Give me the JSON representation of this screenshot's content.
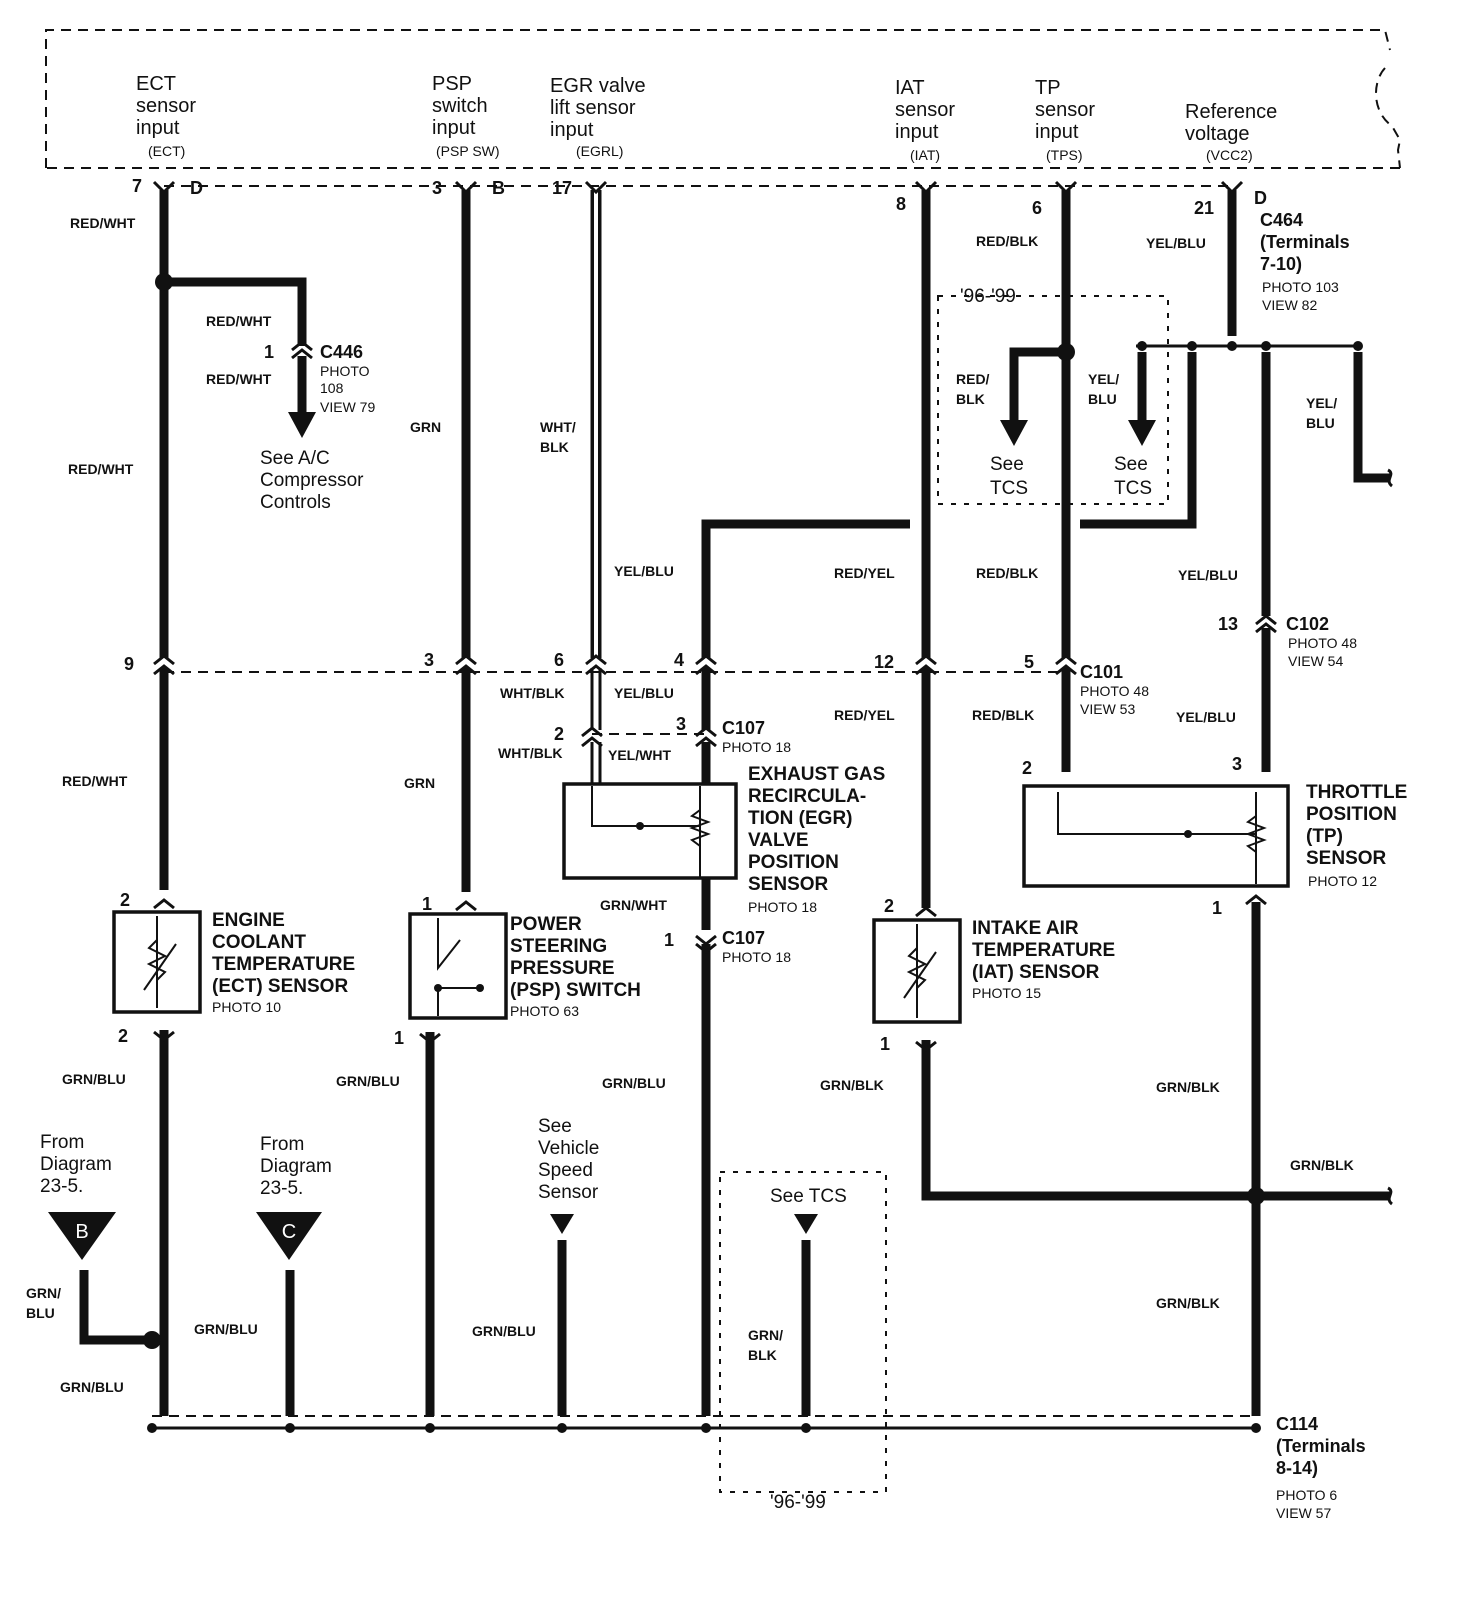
{
  "pcm_inputs": [
    {
      "name": "ECT\nsensor\ninput",
      "code": "(ECT)"
    },
    {
      "name": "PSP\nswitch\ninput",
      "code": "(PSP SW)"
    },
    {
      "name": "EGR valve\nlift sensor\ninput",
      "code": "(EGRL)"
    },
    {
      "name": "IAT\nsensor\ninput",
      "code": "(IAT)"
    },
    {
      "name": "TP\nsensor\ninput",
      "code": "(TPS)"
    },
    {
      "name": "Reference\nvoltage",
      "code": "(VCC2)"
    }
  ],
  "pins": [
    "7",
    "D",
    "3",
    "B",
    "17",
    "8",
    "6",
    "21",
    "D",
    "1",
    "9",
    "3",
    "6",
    "4",
    "12",
    "5",
    "13",
    "2",
    "3",
    "2",
    "3",
    "2",
    "1",
    "1",
    "2",
    "1",
    "2",
    "1",
    "2",
    "1"
  ],
  "wire_labels": [
    "RED/WHT",
    "RED/WHT",
    "RED/WHT",
    "RED/WHT",
    "RED/WHT",
    "GRN",
    "GRN",
    "WHT/\nBLK",
    "YEL/BLU",
    "RED/YEL",
    "RED/BLK",
    "YEL/BLU",
    "RED/BLK",
    "RED/\nBLK",
    "YEL/\nBLU",
    "YEL/\nBLU",
    "YEL/BLU",
    "WHT/BLK",
    "YEL/BLU",
    "RED/YEL",
    "RED/BLK",
    "YEL/BLU",
    "WHT/BLK",
    "YEL/WHT",
    "GRN/WHT",
    "GRN/BLU",
    "GRN/BLU",
    "GRN/BLU",
    "GRN/BLK",
    "GRN/BLK",
    "GRN/BLK",
    "GRN/\nBLU",
    "GRN/BLU",
    "GRN/BLU",
    "GRN/BLU",
    "GRN/\nBLK",
    "GRN/BLK"
  ],
  "connectors": [
    {
      "id": "C464",
      "sub": "(Terminals\n7-10)",
      "photo": "PHOTO 103",
      "view": "VIEW 82"
    },
    {
      "id": "C446",
      "sub": "",
      "photo": "PHOTO\n108",
      "view": "VIEW 79"
    },
    {
      "id": "C102",
      "sub": "",
      "photo": "PHOTO 48",
      "view": "VIEW 54"
    },
    {
      "id": "C101",
      "sub": "",
      "photo": "PHOTO 48",
      "view": "VIEW 53"
    },
    {
      "id": "C107",
      "sub": "",
      "photo": "PHOTO 18",
      "view": ""
    },
    {
      "id": "C107",
      "sub": "",
      "photo": "PHOTO 18",
      "view": ""
    },
    {
      "id": "C114",
      "sub": "(Terminals\n8-14)",
      "photo": "PHOTO 6",
      "view": "VIEW 57"
    }
  ],
  "components": [
    {
      "name": "EXHAUST GAS\nRECIRCULA-\nTION (EGR)\nVALVE\nPOSITION\nSENSOR",
      "photo": "PHOTO 18"
    },
    {
      "name": "THROTTLE\nPOSITION\n(TP)\nSENSOR",
      "photo": "PHOTO 12"
    },
    {
      "name": "ENGINE\nCOOLANT\nTEMPERATURE\n(ECT) SENSOR",
      "photo": "PHOTO 10"
    },
    {
      "name": "POWER\nSTEERING\nPRESSURE\n(PSP) SWITCH",
      "photo": "PHOTO 63"
    },
    {
      "name": "INTAKE AIR\nTEMPERATURE\n(IAT) SENSOR",
      "photo": "PHOTO 15"
    }
  ],
  "notes": [
    "See A/C\nCompressor\nControls",
    "See\nTCS",
    "See\nTCS",
    "'96-'99",
    "From\nDiagram\n23-5.",
    "From\nDiagram\n23-5.",
    "See\nVehicle\nSpeed\nSensor",
    "See TCS",
    "'96-'99"
  ],
  "refs": [
    "B",
    "C"
  ]
}
